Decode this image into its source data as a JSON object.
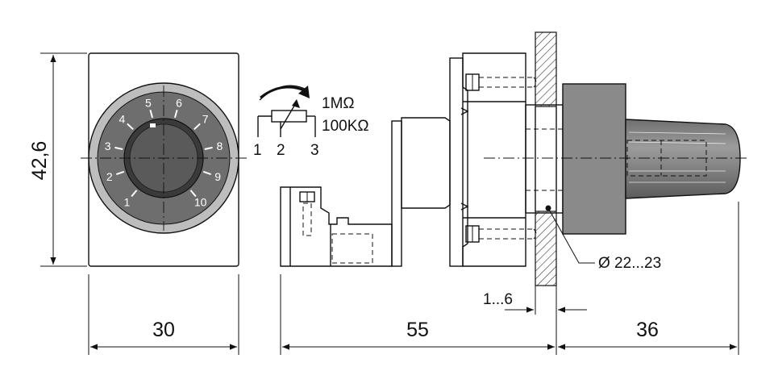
{
  "dimensions": {
    "height": "42,6",
    "width_front": "30",
    "depth_body": "55",
    "depth_knob": "36",
    "panel_thickness": "1...6",
    "hole_diameter": "Ø 22...23"
  },
  "dial": {
    "numbers": [
      "1",
      "2",
      "3",
      "4",
      "5",
      "6",
      "7",
      "8",
      "9",
      "10"
    ]
  },
  "schematic": {
    "resistance_max": "1MΩ",
    "resistance_min": "100KΩ",
    "terminals": [
      "1",
      "2",
      "3"
    ]
  },
  "colors": {
    "dial_ring": "#6e6e6e",
    "knob_face": "#5a5a5a",
    "knob_body": "#8a8a8a",
    "panel_hatch": "#333333"
  }
}
